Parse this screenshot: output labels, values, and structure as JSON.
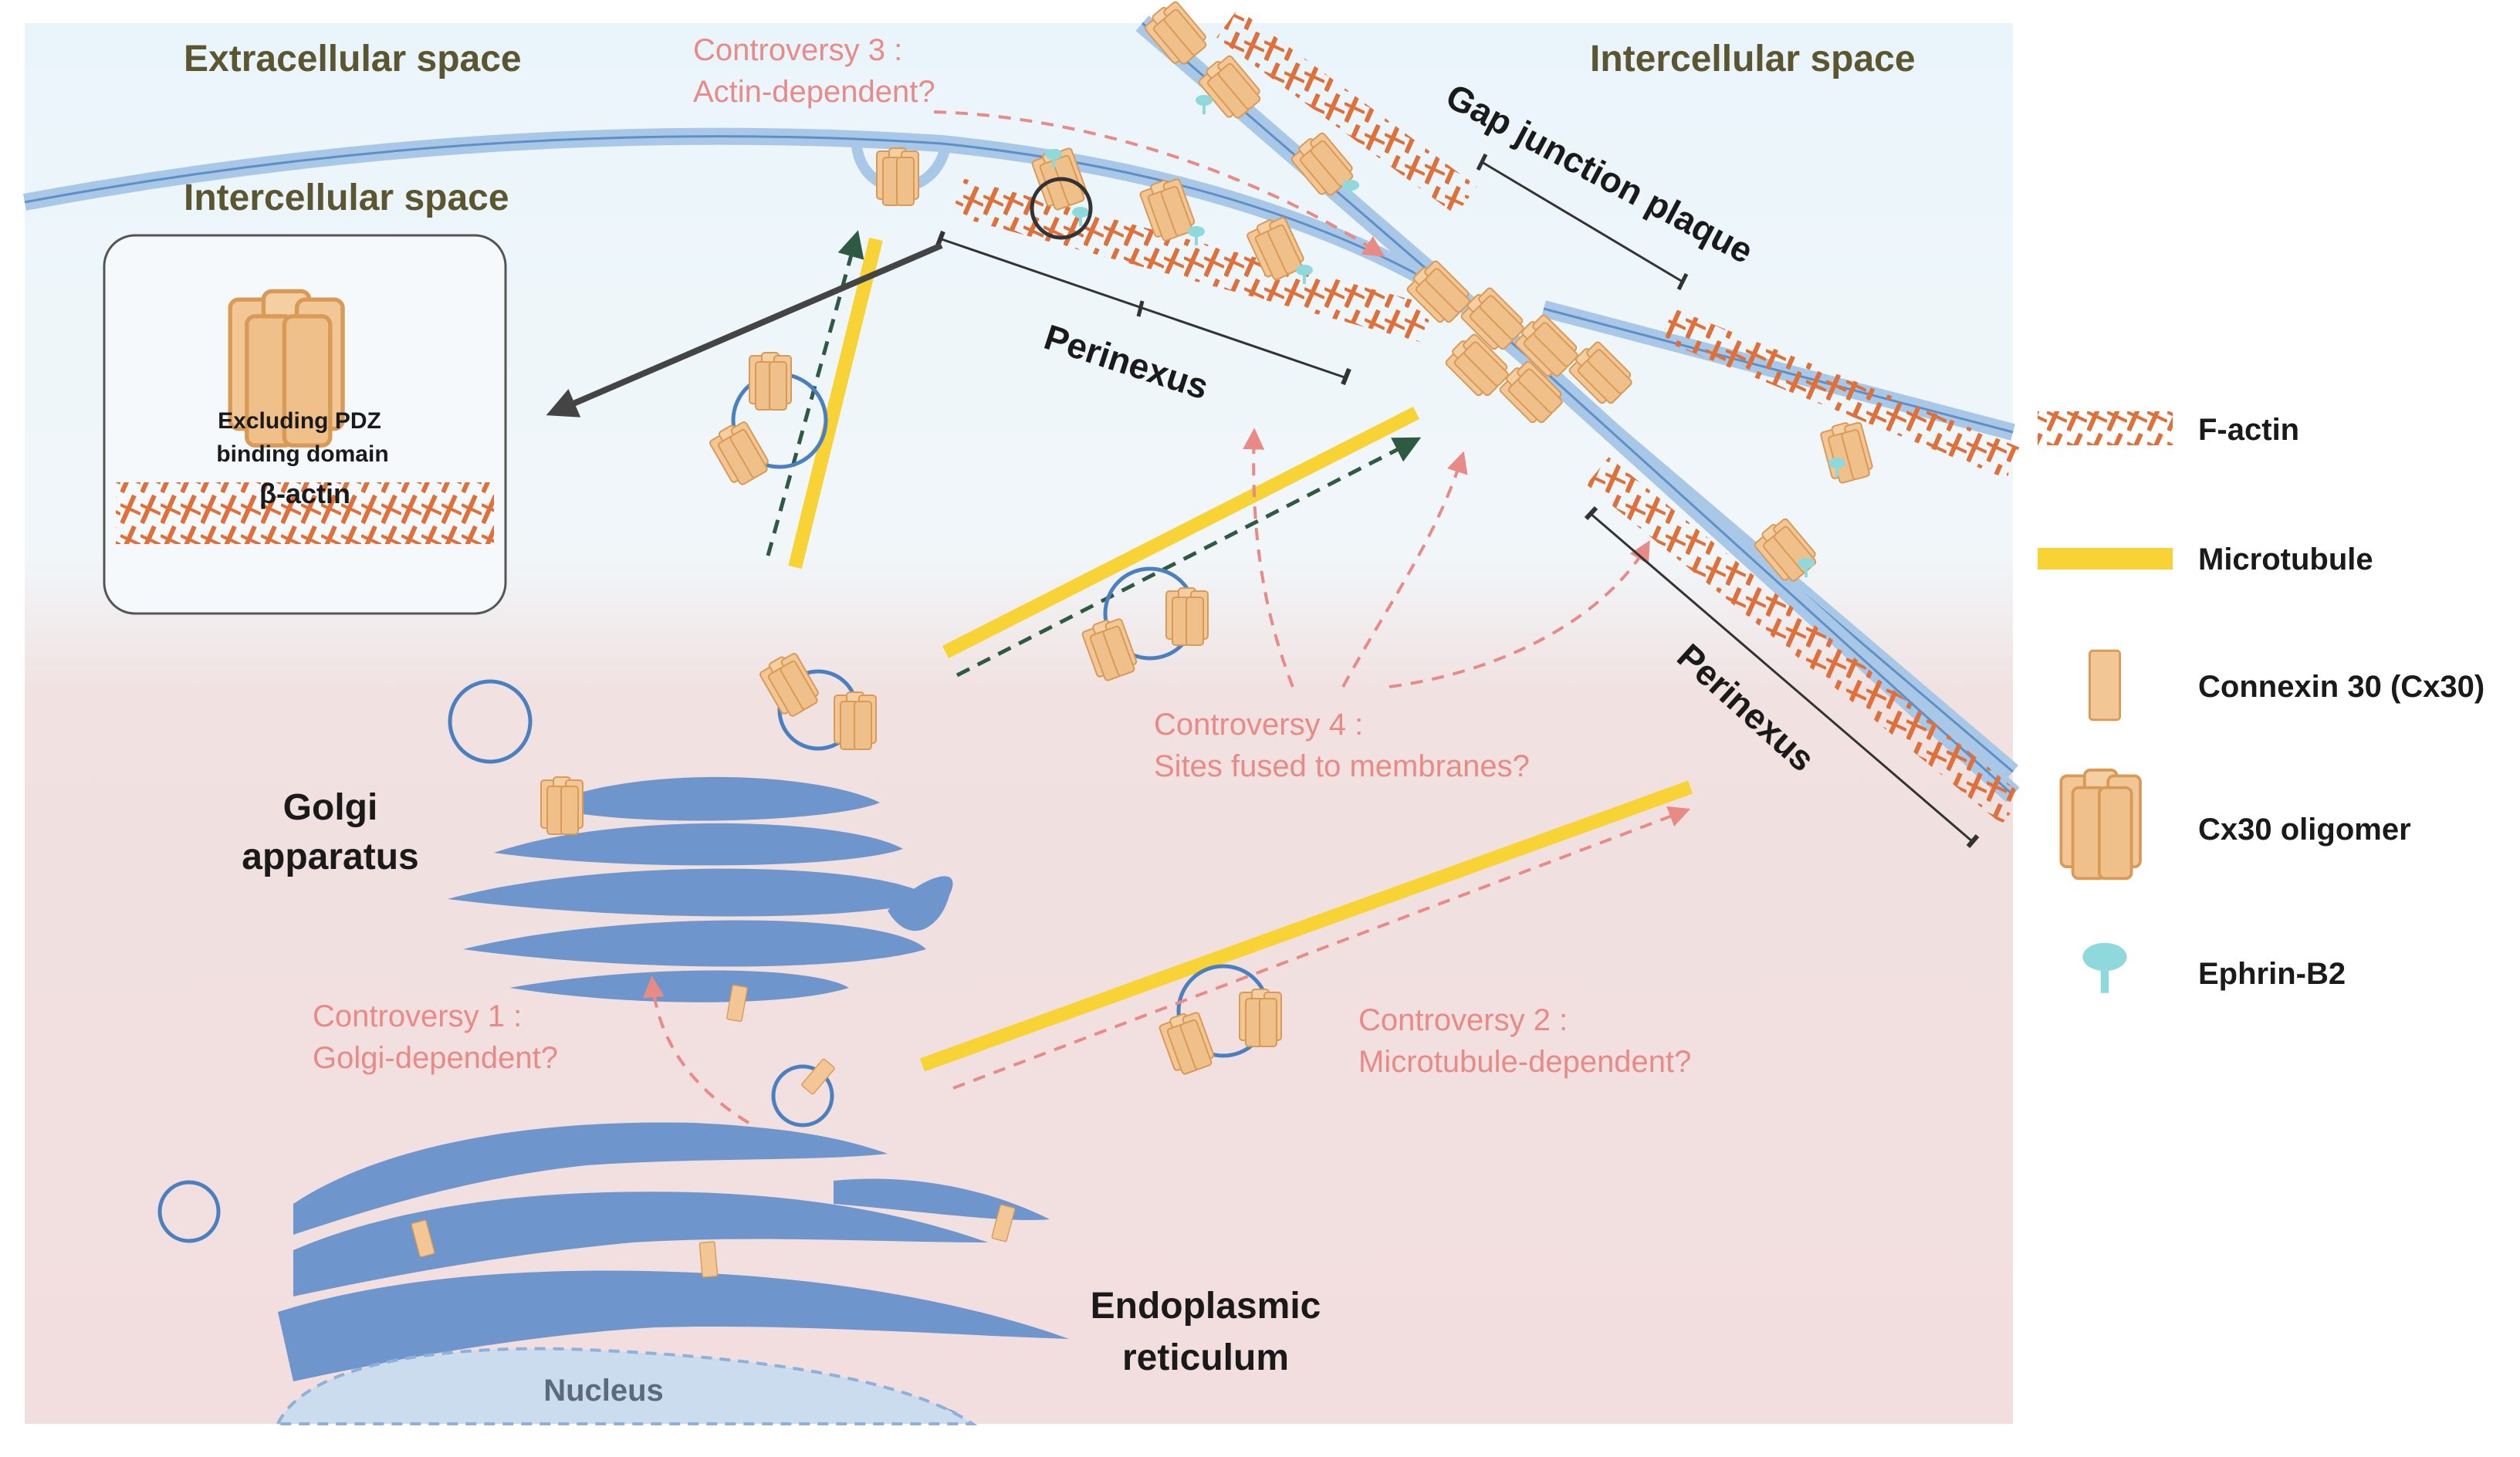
{
  "diagram": {
    "regions": {
      "extracellular": "Extracellular space",
      "intercellular_top": "Intercellular space",
      "intercellular_inset": "Intercellular space"
    },
    "structures": {
      "gap_junction_plaque": "Gap junction plaque",
      "perinexus_top": "Perinexus",
      "perinexus_right": "Perinexus",
      "golgi_line1": "Golgi",
      "golgi_line2": "apparatus",
      "er_line1": "Endoplasmic",
      "er_line2": "reticulum",
      "nucleus": "Nucleus"
    },
    "inset": {
      "line1": "Excluding PDZ",
      "line2": "binding domain",
      "actin": "β-actin"
    },
    "controversies": [
      {
        "line1": "Controversy 1 :",
        "line2": "Golgi-dependent?"
      },
      {
        "line1": "Controversy 2 :",
        "line2": "Microtubule-dependent?"
      },
      {
        "line1": "Controversy 3 :",
        "line2": "Actin-dependent?"
      },
      {
        "line1": "Controversy 4 :",
        "line2": "Sites fused to membranes?"
      }
    ]
  },
  "legend": [
    {
      "icon": "f-actin-icon",
      "label": "F-actin"
    },
    {
      "icon": "microtubule-icon",
      "label": "Microtubule"
    },
    {
      "icon": "connexin-icon",
      "label": "Connexin 30 (Cx30)"
    },
    {
      "icon": "oligomer-icon",
      "label": "Cx30 oligomer"
    },
    {
      "icon": "ephrin-icon",
      "label": "Ephrin-B2"
    }
  ],
  "colors": {
    "membrane": "#a9c8e8",
    "actin": "#e0703a",
    "microtubule": "#f7d336",
    "connexin": "#f2c795",
    "ephrin": "#8fd8dc",
    "organelle": "#6f95cd",
    "controversy_text": "#e88b86",
    "region_text": "#5c5630"
  }
}
